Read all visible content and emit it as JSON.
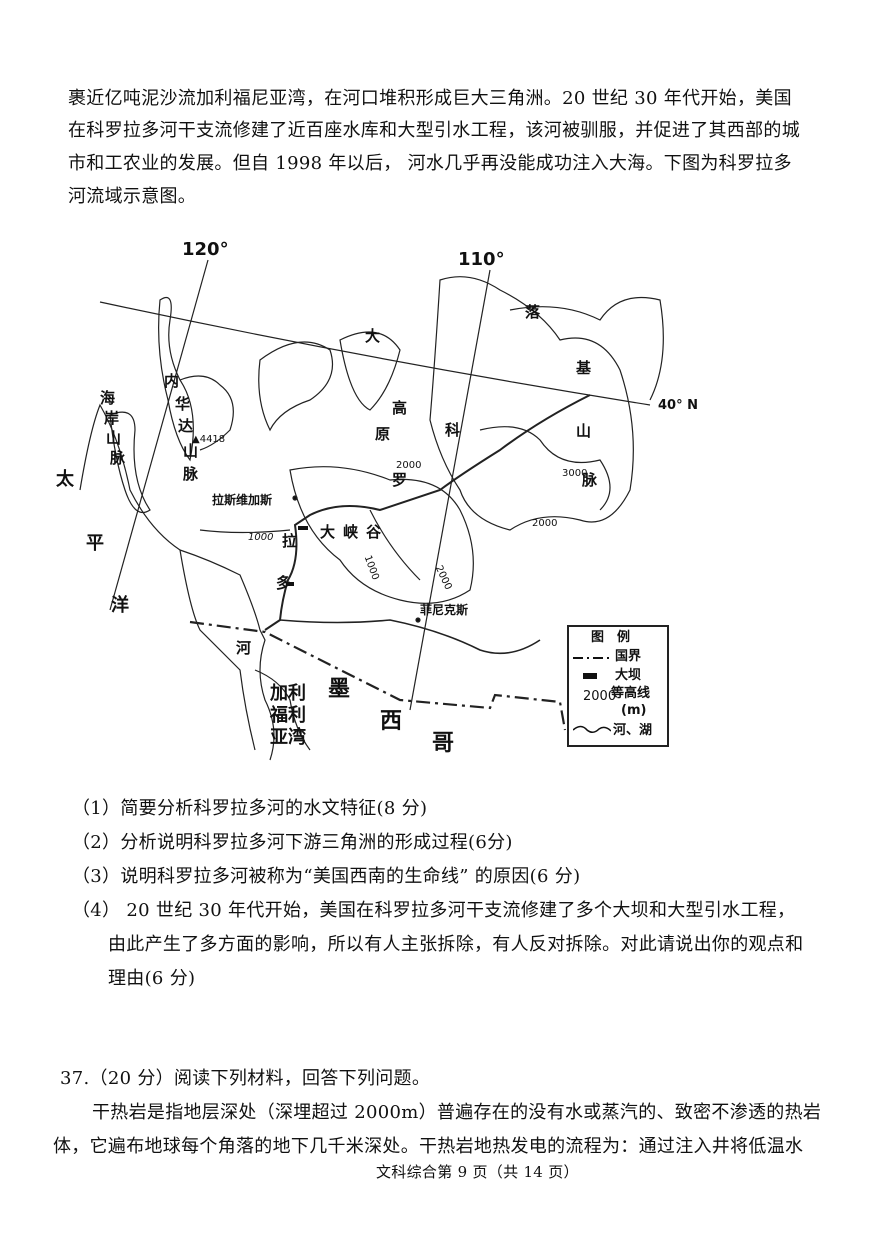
{
  "intro": {
    "lines": [
      "裹近亿吨泥沙流加利福尼亚湾，在河口堆积形成巨大三角洲。20 世纪 30 年代开始，美国",
      "在科罗拉多河干支流修建了近百座水库和大型引水工程，该河被驯服，并促进了其西部的城",
      "市和工农业的发展。但自 1998 年以后， 河水几乎再没能成功注入大海。下图为科罗拉多",
      "河流域示意图。"
    ]
  },
  "map": {
    "labels": [
      "120°",
      "110°",
      "40° N",
      "大",
      "高",
      "原",
      "落",
      "基",
      "山",
      "脉",
      "科",
      "罗",
      "内",
      "华",
      "达",
      "山",
      "脉",
      "海",
      "岸",
      "山",
      "脉",
      "太",
      "平",
      "洋",
      "4418",
      "拉斯维加斯",
      "1000",
      "拉",
      "大",
      "峡",
      "谷",
      "1000",
      "2000",
      "2000",
      "3000",
      "2000",
      "多",
      "菲尼克斯",
      "河",
      "加利",
      "福利",
      "亚湾",
      "墨",
      "西",
      "哥"
    ],
    "legend": {
      "title": "图　例",
      "items": [
        "国界",
        "大坝",
        "2000",
        "等高线",
        "(m)",
        "河、湖"
      ]
    }
  },
  "questions": [
    "（1）简要分析科罗拉多河的水文特征(8 分)",
    "（2）分析说明科罗拉多河下游三角洲的形成过程(6分)",
    "（3）说明科罗拉多河被称为“美国西南的生命线” 的原因(6 分)",
    "（4） 20 世纪 30 年代开始，美国在科罗拉多河干支流修建了多个大坝和大型引水工程，",
    "由此产生了多方面的影响，所以有人主张拆除，有人反对拆除。对此请说出你的观点和",
    "理由(6 分)"
  ],
  "q37": {
    "heading": "37.（20 分）阅读下列材料，回答下列问题。",
    "lines": [
      "干热岩是指地层深处（深埋超过 2000m）普遍存在的没有水或蒸汽的、致密不渗透的热岩",
      "体，它遍布地球每个角落的地下几千米深处。干热岩地热发电的流程为：通过注入井将低温水"
    ]
  },
  "footer": "文科综合第 9 页（共 14 页）"
}
